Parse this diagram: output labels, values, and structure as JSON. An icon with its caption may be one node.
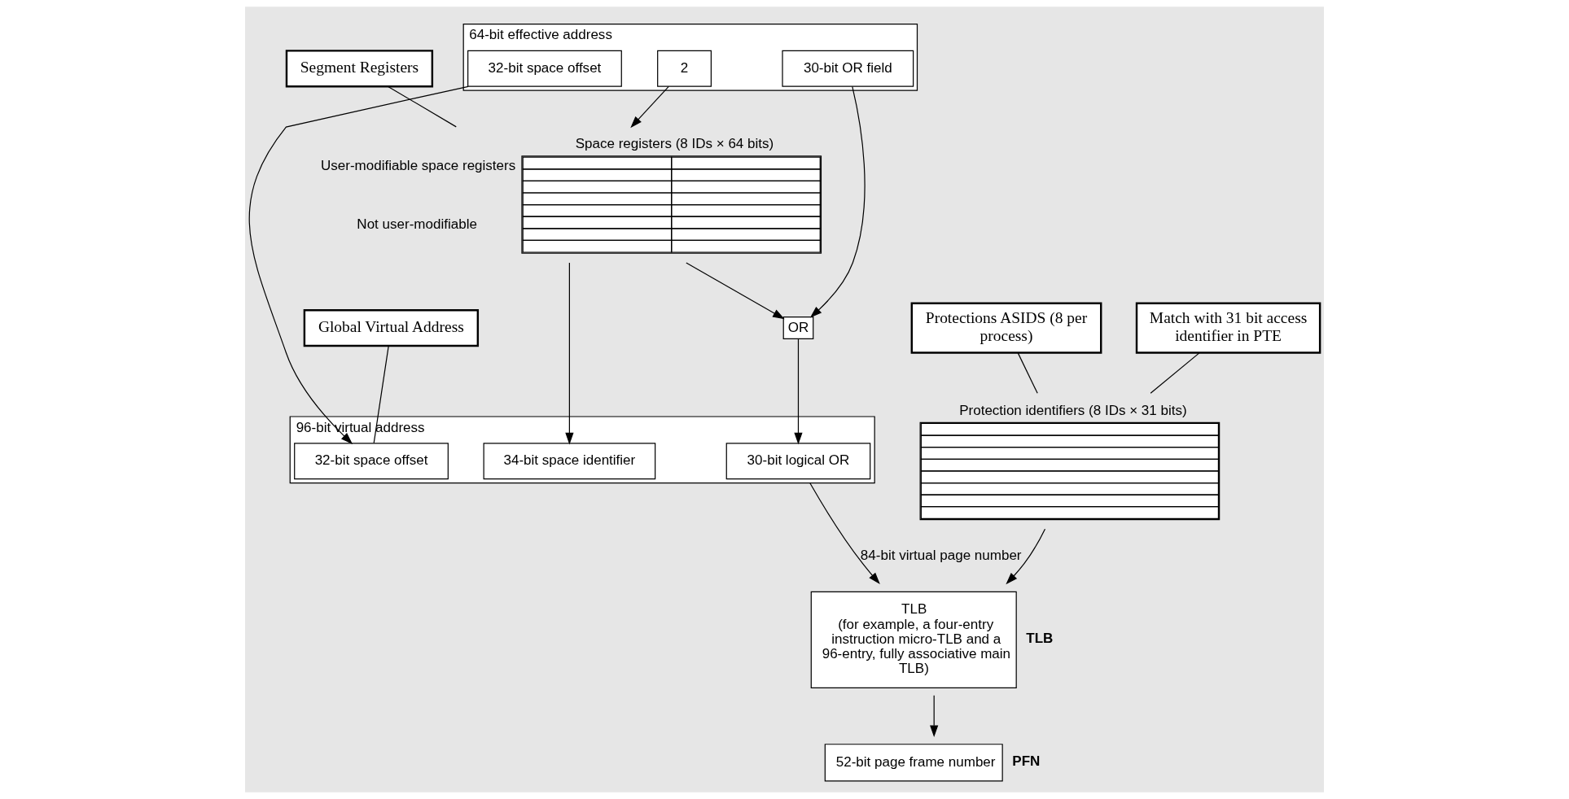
{
  "diagram": {
    "nodes": [
      {
        "text": [
          "64-bit effective address"
        ]
      },
      {
        "text": [
          "2"
        ],
        "in": 0
      },
      {
        "text": [
          "30-bit OR field"
        ],
        "in": 0
      },
      {
        "text": [
          "32-bit space offset"
        ],
        "in": 0
      },
      {
        "text": [
          "Segment Registers"
        ]
      },
      {
        "text": [
          "Space registers (8 IDs × 64 bits)"
        ],
        "beside": [
          "User-modifiable space registers",
          "Not user-modifiable"
        ]
      },
      {
        "text": [
          "OR"
        ]
      },
      {
        "text": [
          "96-bit virtual address"
        ]
      },
      {
        "text": [
          "34-bit space identifier"
        ],
        "in": 7
      },
      {
        "text": [
          "30-bit logical OR"
        ],
        "in": 7
      },
      {
        "text": [
          "32-bit space offset"
        ],
        "in": 7
      },
      {
        "text": [
          "Global Virtual Address"
        ]
      },
      {
        "text": [
          "Protections ASIDS (8 per process)"
        ]
      },
      {
        "text": [
          "Protection identifiers (8 IDs × 31 bits)"
        ]
      },
      {
        "text": [
          "Match with 31 bit access identifier in PTE"
        ]
      },
      {
        "text": [
          "TLB",
          "(for example, a four-entry instruction micro-TLB and a 96-entry, fully associative main TLB)"
        ],
        "beside": [
          "TLB"
        ]
      },
      {
        "text": [
          "52-bit page frame number"
        ],
        "beside": [
          "PFN"
        ]
      }
    ],
    "edges": [
      {
        "from": 1,
        "to": 5,
        "arrow": "to"
      },
      {
        "from": 2,
        "to": 6,
        "arrow": "to"
      },
      {
        "from": 3,
        "to": 10,
        "arrow": "to"
      },
      {
        "from": 4,
        "to": 5,
        "arrow": "none"
      },
      {
        "from": 5,
        "to": 8,
        "arrow": "to"
      },
      {
        "from": 5,
        "to": 6,
        "arrow": "to"
      },
      {
        "from": 6,
        "to": 9,
        "arrow": "to"
      },
      {
        "from": 11,
        "to": 10,
        "arrow": "none"
      },
      {
        "from": 7,
        "to": 15,
        "arrow": "to",
        "label": "84-bit virtual page number"
      },
      {
        "from": 12,
        "to": 13,
        "arrow": "none"
      },
      {
        "from": 13,
        "to": 15,
        "arrow": "to"
      },
      {
        "from": 14,
        "to": 13,
        "arrow": "none"
      },
      {
        "from": 15,
        "to": 16,
        "arrow": "to"
      }
    ]
  }
}
